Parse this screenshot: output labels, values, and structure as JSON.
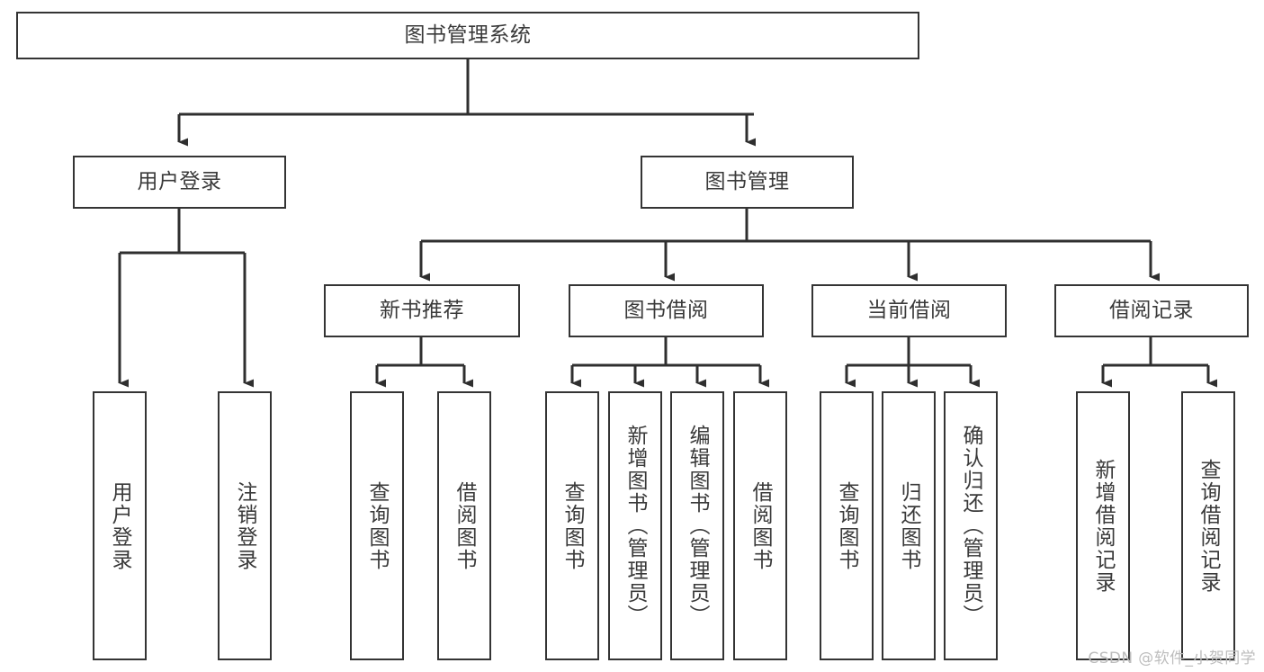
{
  "diagram": {
    "title": "图书管理系统",
    "type": "tree-hierarchy-chart",
    "watermark": "CSDN @软件_小贺同学",
    "colors": {
      "background": "#ffffff",
      "box_border": "#343434",
      "text": "#3a3a3a",
      "edge": "#2f2f2f",
      "watermark": "#bdbdbd"
    },
    "nodes": {
      "root": {
        "label": "图书管理系统"
      },
      "level1": [
        {
          "id": "user-login",
          "label": "用户登录"
        },
        {
          "id": "book-manage",
          "label": "图书管理"
        }
      ],
      "level2": [
        {
          "id": "new-book-recommend",
          "label": "新书推荐"
        },
        {
          "id": "book-borrow",
          "label": "图书借阅"
        },
        {
          "id": "current-borrow",
          "label": "当前借阅"
        },
        {
          "id": "borrow-record",
          "label": "借阅记录"
        }
      ],
      "leaves": [
        {
          "id": "leaf-user-login",
          "label": "用户登录",
          "parent": "user-login"
        },
        {
          "id": "leaf-logout-login",
          "label": "注销登录",
          "parent": "user-login"
        },
        {
          "id": "leaf-query-book-1",
          "label": "查询图书",
          "parent": "new-book-recommend"
        },
        {
          "id": "leaf-borrow-book-1",
          "label": "借阅图书",
          "parent": "new-book-recommend"
        },
        {
          "id": "leaf-query-book-2",
          "label": "查询图书",
          "parent": "book-borrow"
        },
        {
          "id": "leaf-add-book",
          "label": "新增图书（管理员）",
          "parent": "book-borrow"
        },
        {
          "id": "leaf-edit-book",
          "label": "编辑图书（管理员）",
          "parent": "book-borrow"
        },
        {
          "id": "leaf-borrow-book-2",
          "label": "借阅图书",
          "parent": "book-borrow"
        },
        {
          "id": "leaf-query-book-3",
          "label": "查询图书",
          "parent": "current-borrow"
        },
        {
          "id": "leaf-return-book",
          "label": "归还图书",
          "parent": "current-borrow"
        },
        {
          "id": "leaf-confirm-return",
          "label": "确认归还（管理员）",
          "parent": "current-borrow"
        },
        {
          "id": "leaf-add-record",
          "label": "新增借阅记录",
          "parent": "borrow-record"
        },
        {
          "id": "leaf-query-record",
          "label": "查询借阅记录",
          "parent": "borrow-record"
        }
      ]
    }
  }
}
